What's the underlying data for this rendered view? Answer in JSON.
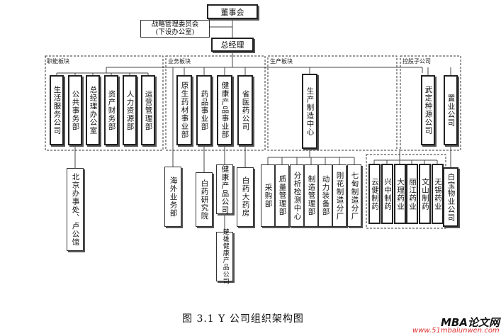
{
  "board": "董事会",
  "strategy": "战略管理委员会",
  "strategy_sub": "(下设办公室)",
  "gm": "总经理",
  "sections": {
    "functional": "职能板块",
    "business": "业务板块",
    "production": "生产板块",
    "holding": "控股子公司"
  },
  "functional_units": [
    "生活服务公司",
    "公共事务部",
    "总经理办公室",
    "资产财务部",
    "人力资源部",
    "运营管理部"
  ],
  "business_units": [
    "原生药材事业部",
    "药品事业部",
    "健康产品事业部",
    "省医药公司"
  ],
  "production_center": "生产制造中心",
  "holding_units": [
    "武定种源公司",
    "置业公司"
  ],
  "beijing_office": "北京办事处、卢公馆",
  "business_sub": [
    "海外业务部",
    "白药研究院",
    "健康产品公司",
    "白药大药房"
  ],
  "chujian": "楚雄健康产品公司",
  "production_sub": [
    "采购部",
    "质量管理部",
    "分析检测中心",
    "制造管理部",
    "动力装备部",
    "刚花制造分厂",
    "七甸制造分厂"
  ],
  "plants": [
    "云健制药",
    "兴中制药",
    "大理药业",
    "丽江药业",
    "文山制药",
    "无锡药业"
  ],
  "yunbao": "白宝物业公司",
  "caption": "图 3.1 Y 公司组织架构图",
  "watermark": "MBA论文网",
  "watermark_url": "www.51mbalunwen.com"
}
